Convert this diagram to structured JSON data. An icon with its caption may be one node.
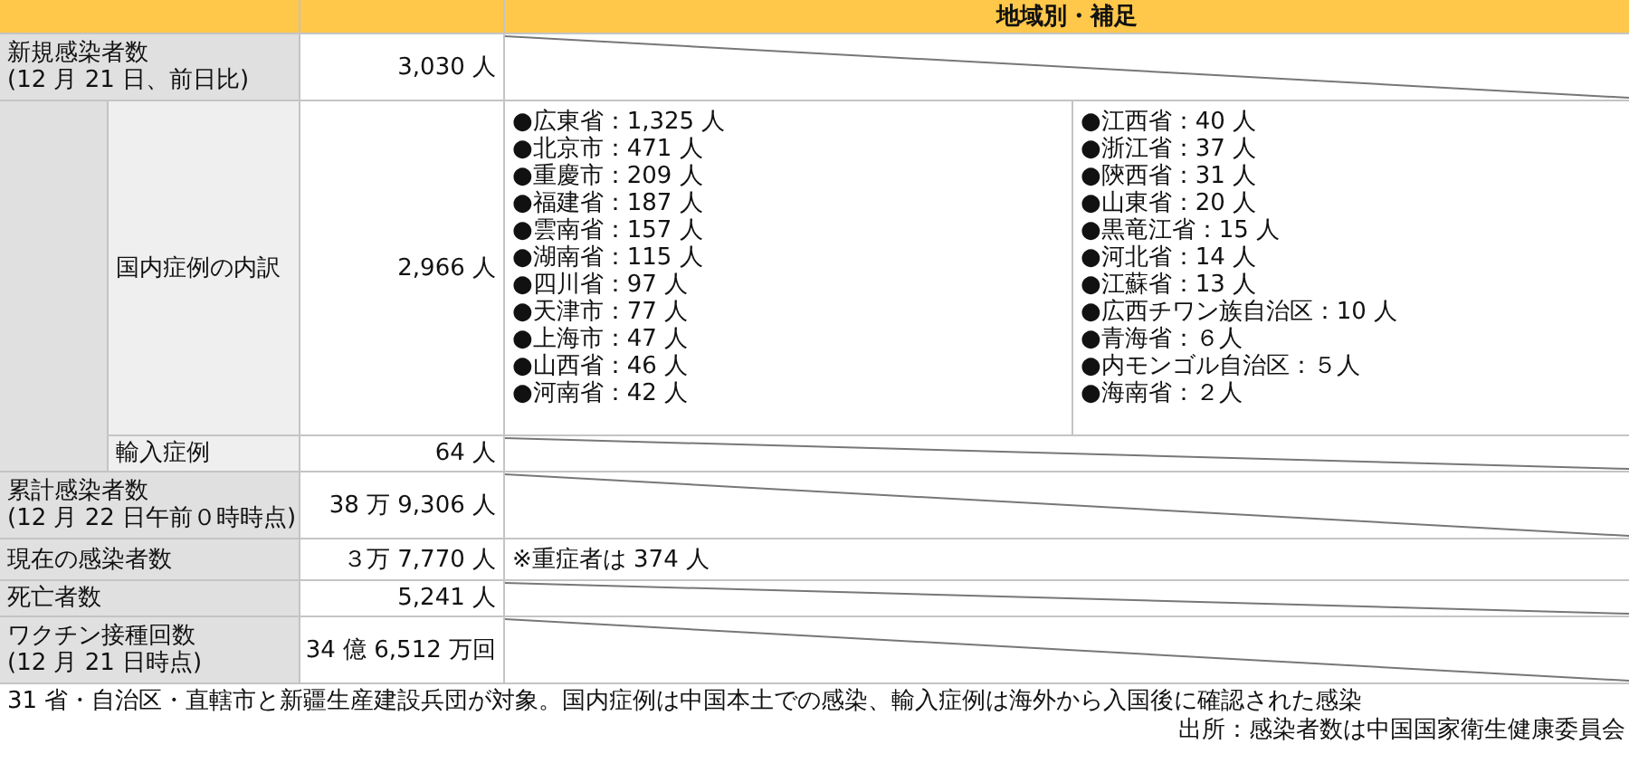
{
  "diagram": {
    "labels": [
      "地域別・補足",
      "新規感染者数",
      "(12 月 21 日、前日比)",
      "3,030 人",
      "国内症例の内訳",
      "2,966 人",
      "●広東省：1,325 人",
      "●北京市：471 人",
      "●重慶市：209 人",
      "●福建省：187 人",
      "●雲南省：157 人",
      "●湖南省：115 人",
      "●四川省：97 人",
      "●天津市：77 人",
      "●上海市：47 人",
      "●山西省：46 人",
      "●河南省：42 人",
      "●江西省：40 人",
      "●浙江省：37 人",
      "●陝西省：31 人",
      "●山東省：20 人",
      "●黒竜江省：15 人",
      "●河北省：14 人",
      "●江蘇省：13 人",
      "●広西チワン族自治区：10 人",
      "●青海省：６人",
      "●内モンゴル自治区：５人",
      "●海南省：２人",
      "輸入症例",
      "64 人",
      "累計感染者数",
      "(12 月 22 日午前０時時点)",
      "38 万 9,306 人",
      "現在の感染者数",
      "３万 7,770 人",
      "※重症者は 374 人",
      "死亡者数",
      "5,241 人",
      "ワクチン接種回数",
      "(12 月 21 日時点)",
      "34 億 6,512 万回",
      "31 省・自治区・直轄市と新疆生産建設兵団が対象。国内症例は中国本土での感染、輸入症例は海外から入国後に確認された感染",
      "出所：感染者数は中国国家衛生健康委員会"
    ]
  }
}
